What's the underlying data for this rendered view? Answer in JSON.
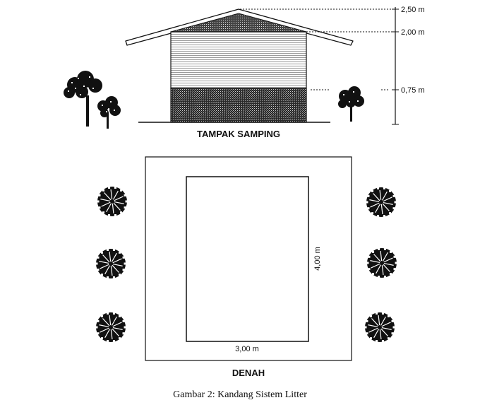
{
  "side_view": {
    "title": "TAMPAK SAMPING",
    "height_labels": [
      "2,50 m",
      "2,00 m",
      "0,75 m"
    ]
  },
  "plan_view": {
    "title": "DENAH",
    "width_label": "3,00 m",
    "length_label": "4,00 m"
  },
  "caption": "Gambar 2: Kandang Sistem Litter",
  "colors": {
    "ink": "#111111",
    "background": "#ffffff"
  }
}
